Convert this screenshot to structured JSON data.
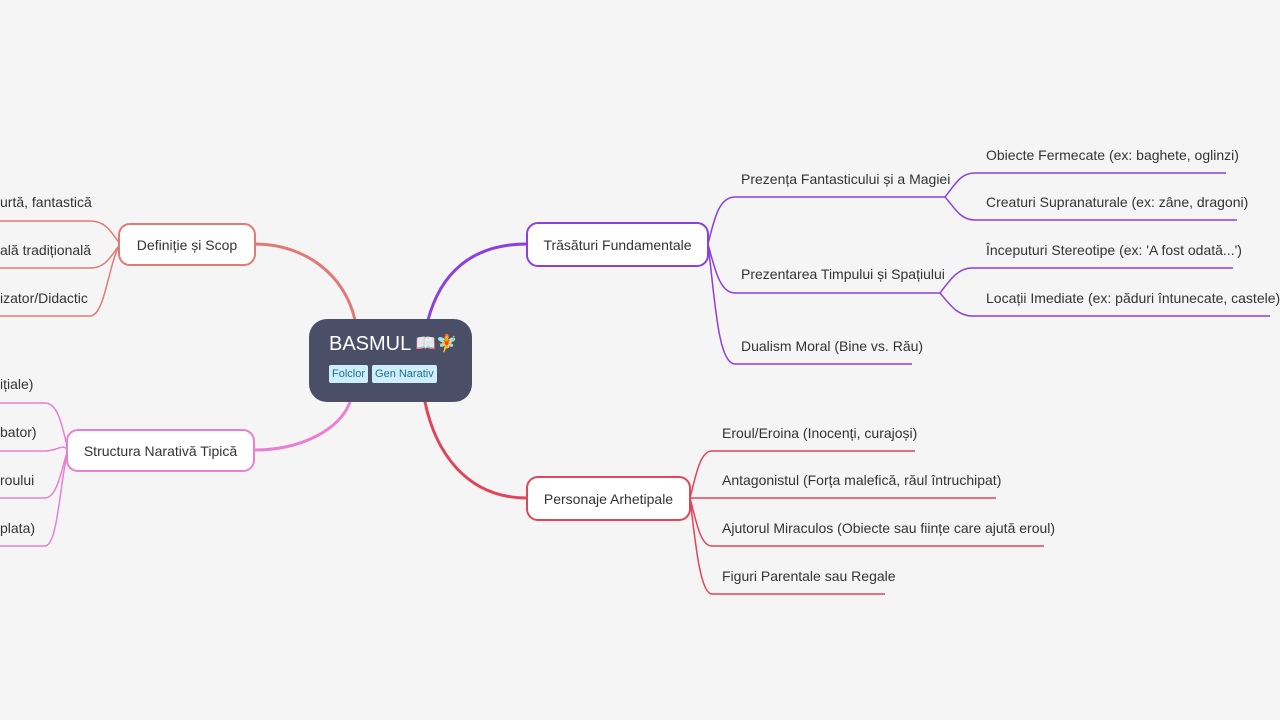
{
  "root": {
    "title": "BASMUL",
    "emoji": "📖🧚",
    "tags": [
      "Folclor",
      "Gen Narativ"
    ]
  },
  "colors": {
    "definitie": "#e07a75",
    "structura": "#ea7fd3",
    "trasaturi": "#8a3fe0",
    "personaje": "#e0455a",
    "root_bg": "#4b4e67"
  },
  "branches": {
    "definitie": {
      "label": "Definiție și Scop",
      "children": [
        "urtă, fantastică",
        "ală tradițională",
        "izator/Didactic"
      ]
    },
    "structura": {
      "label": "Structura Narativă Tipică",
      "children": [
        "ițiale)",
        "bator)",
        "roului",
        "plata)"
      ]
    },
    "trasaturi": {
      "label": "Trăsături Fundamentale",
      "children": [
        {
          "label": "Prezența Fantasticului și a Magiei",
          "children": [
            "Obiecte Fermecate (ex: baghete, oglinzi)",
            "Creaturi Supranaturale (ex: zâne, dragoni)"
          ]
        },
        {
          "label": "Prezentarea Timpului și Spațiului",
          "children": [
            "Începuturi Stereotipe (ex: 'A fost odată...')",
            "Locații Imediate (ex: păduri întunecate, castele)"
          ]
        },
        {
          "label": "Dualism Moral (Bine vs. Rău)",
          "children": []
        }
      ]
    },
    "personaje": {
      "label": "Personaje Arhetipale",
      "children": [
        "Eroul/Eroina (Inocenți, curajoși)",
        "Antagonistul (Forța malefică, răul întruchipat)",
        "Ajutorul Miraculos (Obiecte sau ființe care ajută eroul)",
        "Figuri Parentale sau Regale"
      ]
    }
  }
}
